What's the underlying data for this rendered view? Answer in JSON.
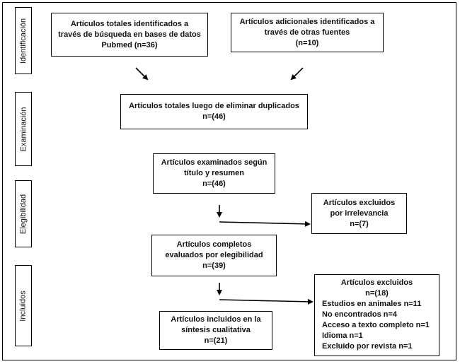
{
  "stages": {
    "identification": "Identificación",
    "screening": "Examinación",
    "eligibility": "Elegibilidad",
    "included": "Incluidos"
  },
  "boxes": {
    "db_search": [
      "Artículos totales identificados a",
      "través de búsqueda en bases de datos",
      "Pubmed (n=36)"
    ],
    "other_sources": [
      "Artículos adicionales identificados a",
      "través de otras fuentes",
      "(n=10)"
    ],
    "after_duplicates": [
      "Artículos totales luego de eliminar duplicados",
      "n=(46)"
    ],
    "screened": [
      "Artículos examinados según",
      "título y resumen",
      "n=(46)"
    ],
    "excluded_irrelevance": [
      "Artículos excluidos",
      "por irrelevancia",
      "n=(7)"
    ],
    "full_text": [
      "Artículos completos",
      "evaluados por elegibilidad",
      "n=(39)"
    ],
    "included_synthesis": [
      "Artículos incluidos en la",
      "síntesis cualitativa",
      "n=(21)"
    ],
    "excluded_final": {
      "title": "Artículos excluidos",
      "count": "n=(18)",
      "reasons": [
        "Estudios en animales n=11",
        "No encontrados n=4",
        "Acceso a texto completo n=1",
        "Idioma n=1",
        "Excluido por revista n=1"
      ]
    }
  }
}
